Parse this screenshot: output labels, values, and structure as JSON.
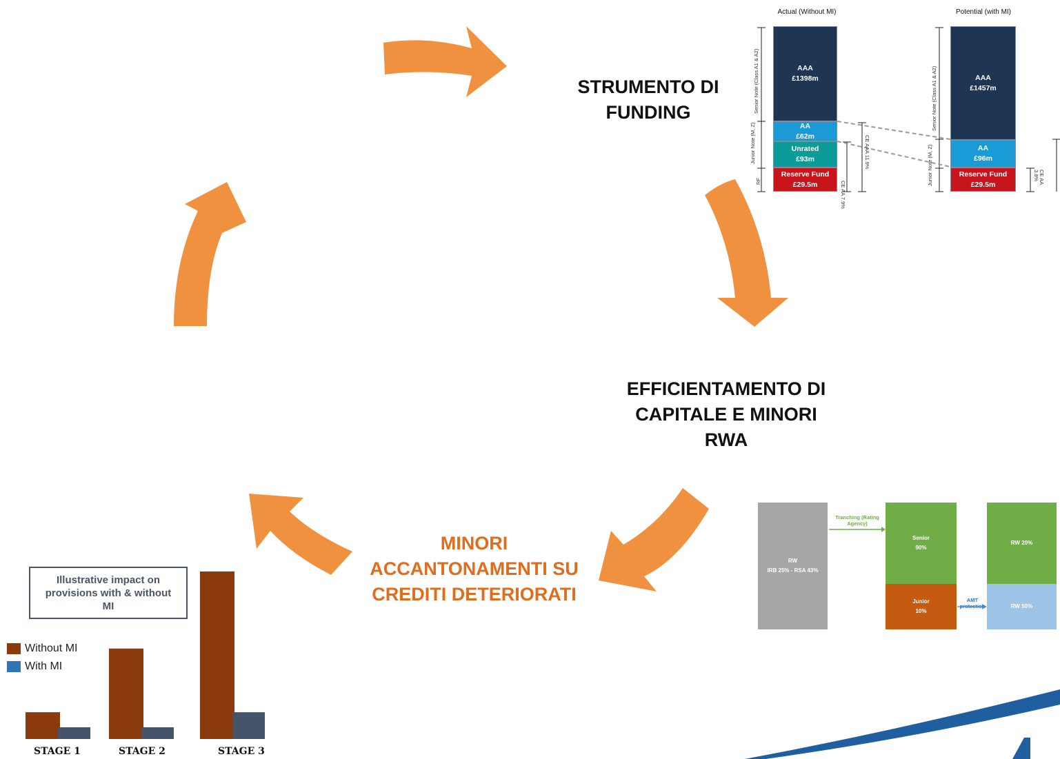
{
  "headings": {
    "funding": "STRUMENTO DI FUNDING",
    "capital": "EFFICIENTAMENTO DI CAPITALE E MINORI RWA",
    "provisions": "MINORI ACCANTONAMENTI SU CREDITI DETERIORATI"
  },
  "colors": {
    "cycle_arrow": "#f0913f",
    "heading_orange": "#e06c1c",
    "aaa": "#1e3553",
    "aa": "#1b9bd6",
    "unrated": "#0c9b96",
    "reserve": "#c8141b",
    "without_mi": "#8a3a0c",
    "with_mi": "#44546a"
  },
  "capital_structure": {
    "actual": {
      "title": "Actual (Without MI)",
      "tranches": [
        {
          "name": "AAA",
          "amount": "£1398m"
        },
        {
          "name": "AA",
          "amount": "£62m"
        },
        {
          "name": "Unrated",
          "amount": "£93m"
        },
        {
          "name": "Reserve Fund",
          "amount": "£29.5m"
        }
      ],
      "side_labels": {
        "senior": "Senior Note (Class A1 & A2)",
        "junior": "Junior Note (M, Z)",
        "rf": "RF"
      },
      "ce_labels": {
        "aa": "CE AA 7.9%",
        "aaa": "CE AAA 11.9%"
      }
    },
    "potential": {
      "title": "Potential (with MI)",
      "tranches": [
        {
          "name": "AAA",
          "amount": "£1457m"
        },
        {
          "name": "AA",
          "amount": "£96m"
        },
        {
          "name": "Reserve Fund",
          "amount": "£29.5m"
        }
      ],
      "side_labels": {
        "senior": "Senior Note (Class A1 & A2)",
        "junior": "Junior Note (M, Z)"
      },
      "ce_labels": {
        "aa": "CE AA 3.8%"
      }
    }
  },
  "rwa": {
    "rw_label": "RW",
    "rw_value": "IRB 25% - RSA 43%",
    "tranching_label": "Tranching (Rating Agency)",
    "senior_label": "Senior",
    "senior_value": "90%",
    "junior_label": "Junior",
    "junior_value": "10%",
    "amt_label": "AMT protection",
    "rw_senior": "RW 20%",
    "rw_junior": "RW 50%"
  },
  "provisions": {
    "box_title": "Illustrative impact on provisions with & without MI",
    "legend": [
      "Without MI",
      "With MI"
    ]
  },
  "chart_data": {
    "type": "bar",
    "title": "Illustrative impact on provisions with & without MI",
    "categories": [
      "STAGE 1",
      "STAGE 2",
      "STAGE 3"
    ],
    "series": [
      {
        "name": "Without MI",
        "values": [
          1.6,
          5.4,
          10.0
        ]
      },
      {
        "name": "With MI",
        "values": [
          0.7,
          0.7,
          1.6
        ]
      }
    ],
    "xlabel": "",
    "ylabel": "",
    "ylim": [
      0,
      10
    ],
    "grid": false,
    "legend": "left"
  }
}
